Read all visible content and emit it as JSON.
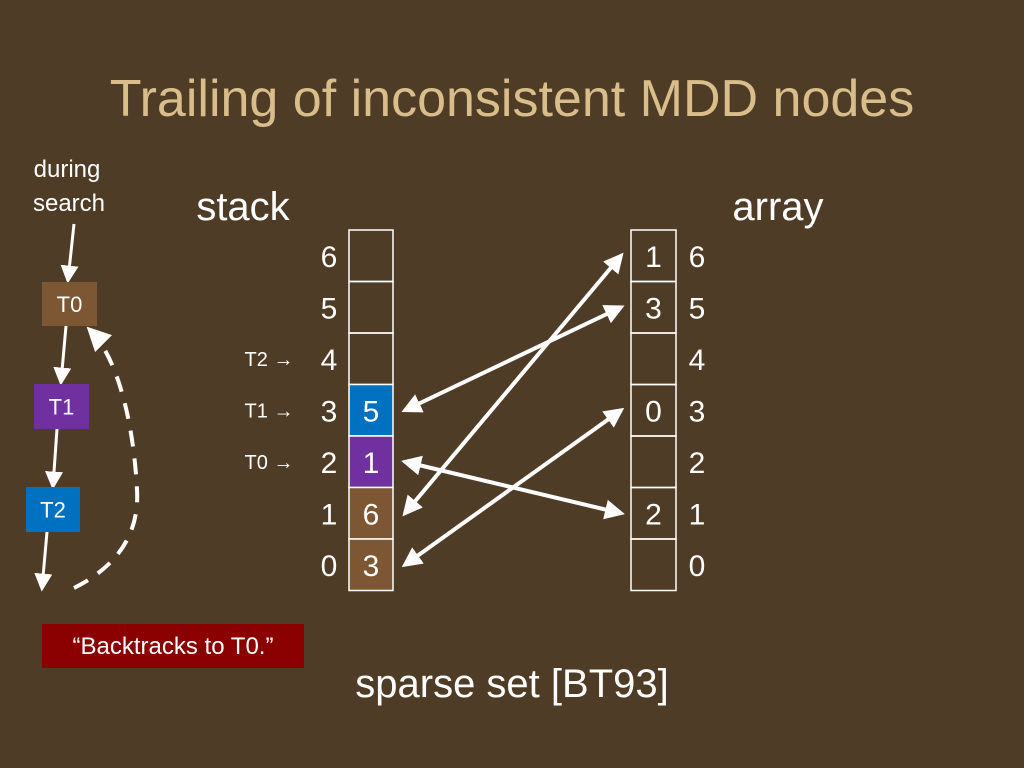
{
  "title": "Trailing of inconsistent MDD nodes",
  "during_search": [
    "during",
    "search"
  ],
  "labels": {
    "stack": "stack",
    "array": "array",
    "sparse_set": "sparse set [BT93]"
  },
  "trail_nodes": [
    {
      "label": "T0",
      "color": "#7d5633"
    },
    {
      "label": "T1",
      "color": "#7030a0"
    },
    {
      "label": "T2",
      "color": "#0070c0"
    }
  ],
  "backtrack_note": "“Backtracks to T0.”",
  "backtrack_color": "#8b0000",
  "stack": {
    "indices": [
      "6",
      "5",
      "4",
      "3",
      "2",
      "1",
      "0"
    ],
    "cells": [
      {
        "index": "6",
        "value": "",
        "color": ""
      },
      {
        "index": "5",
        "value": "",
        "color": ""
      },
      {
        "index": "4",
        "value": "",
        "color": ""
      },
      {
        "index": "3",
        "value": "5",
        "color": "#0070c0"
      },
      {
        "index": "2",
        "value": "1",
        "color": "#7030a0"
      },
      {
        "index": "1",
        "value": "6",
        "color": "#7d5633"
      },
      {
        "index": "0",
        "value": "3",
        "color": "#7d5633"
      }
    ],
    "markers": [
      {
        "label": "T2 →",
        "at_index": "4"
      },
      {
        "label": "T1 →",
        "at_index": "3"
      },
      {
        "label": "T0 →",
        "at_index": "2"
      }
    ]
  },
  "array": {
    "indices": [
      "6",
      "5",
      "4",
      "3",
      "2",
      "1",
      "0"
    ],
    "cells": [
      {
        "index": "6",
        "value": "1"
      },
      {
        "index": "5",
        "value": "3"
      },
      {
        "index": "4",
        "value": ""
      },
      {
        "index": "3",
        "value": "0"
      },
      {
        "index": "2",
        "value": ""
      },
      {
        "index": "1",
        "value": "2"
      },
      {
        "index": "0",
        "value": ""
      }
    ]
  },
  "links": [
    {
      "stack_index": "3",
      "array_index": "5"
    },
    {
      "stack_index": "2",
      "array_index": "1"
    },
    {
      "stack_index": "1",
      "array_index": "6"
    },
    {
      "stack_index": "0",
      "array_index": "3"
    }
  ]
}
